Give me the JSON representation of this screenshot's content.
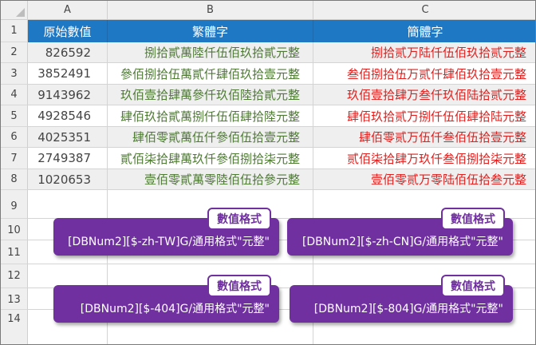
{
  "columns": [
    "A",
    "B",
    "C"
  ],
  "rows": [
    "1",
    "2",
    "3",
    "4",
    "5",
    "6",
    "7",
    "8",
    "9",
    "10",
    "11",
    "12",
    "13",
    "14"
  ],
  "header": {
    "a": "原始數值",
    "b": "繁體字",
    "c": "簡體字"
  },
  "data": [
    {
      "a": "826592",
      "b": "捌拾貳萬陸仟伍佰玖拾貳元整",
      "c": "捌拾贰万陆仟伍佰玖拾贰元整"
    },
    {
      "a": "3852491",
      "b": "參佰捌拾伍萬貳仟肆佰玖拾壹元整",
      "c": "叁佰捌拾伍万贰仟肆佰玖拾壹元整"
    },
    {
      "a": "9143962",
      "b": "玖佰壹拾肆萬參仟玖佰陸拾貳元整",
      "c": "玖佰壹拾肆万叁仟玖佰陆拾贰元整"
    },
    {
      "a": "4928546",
      "b": "肆佰玖拾貳萬捌仟伍佰肆拾陸元整",
      "c": "肆佰玖拾贰万捌仟伍佰肆拾陆元整"
    },
    {
      "a": "4025351",
      "b": "肆佰零貳萬伍仟參佰伍拾壹元整",
      "c": "肆佰零贰万伍仟叁佰伍拾壹元整"
    },
    {
      "a": "2749387",
      "b": "貳佰柒拾肆萬玖仟參佰捌拾柒元整",
      "c": "贰佰柒拾肆万玖仟叁佰捌拾柒元整"
    },
    {
      "a": "1020653",
      "b": "壹佰零貳萬零陸佰伍拾參元整",
      "c": "壹佰零贰万零陆佰伍拾叁元整"
    }
  ],
  "callouts": [
    {
      "tag": "數值格式",
      "format": "[DBNum2][$-zh-TW]G/通用格式\"元整\""
    },
    {
      "tag": "數值格式",
      "format": "[DBNum2][$-zh-CN]G/通用格式\"元整\""
    },
    {
      "tag": "數值格式",
      "format": "[DBNum2][$-404]G/通用格式\"元整\""
    },
    {
      "tag": "數值格式",
      "format": "[DBNum2][$-804]G/通用格式\"元整\""
    }
  ],
  "colors": {
    "header_fill": "#1f78c4",
    "traditional_text": "#4e7a34",
    "simplified_text": "#e0201e",
    "callout_fill": "#7030a0"
  }
}
